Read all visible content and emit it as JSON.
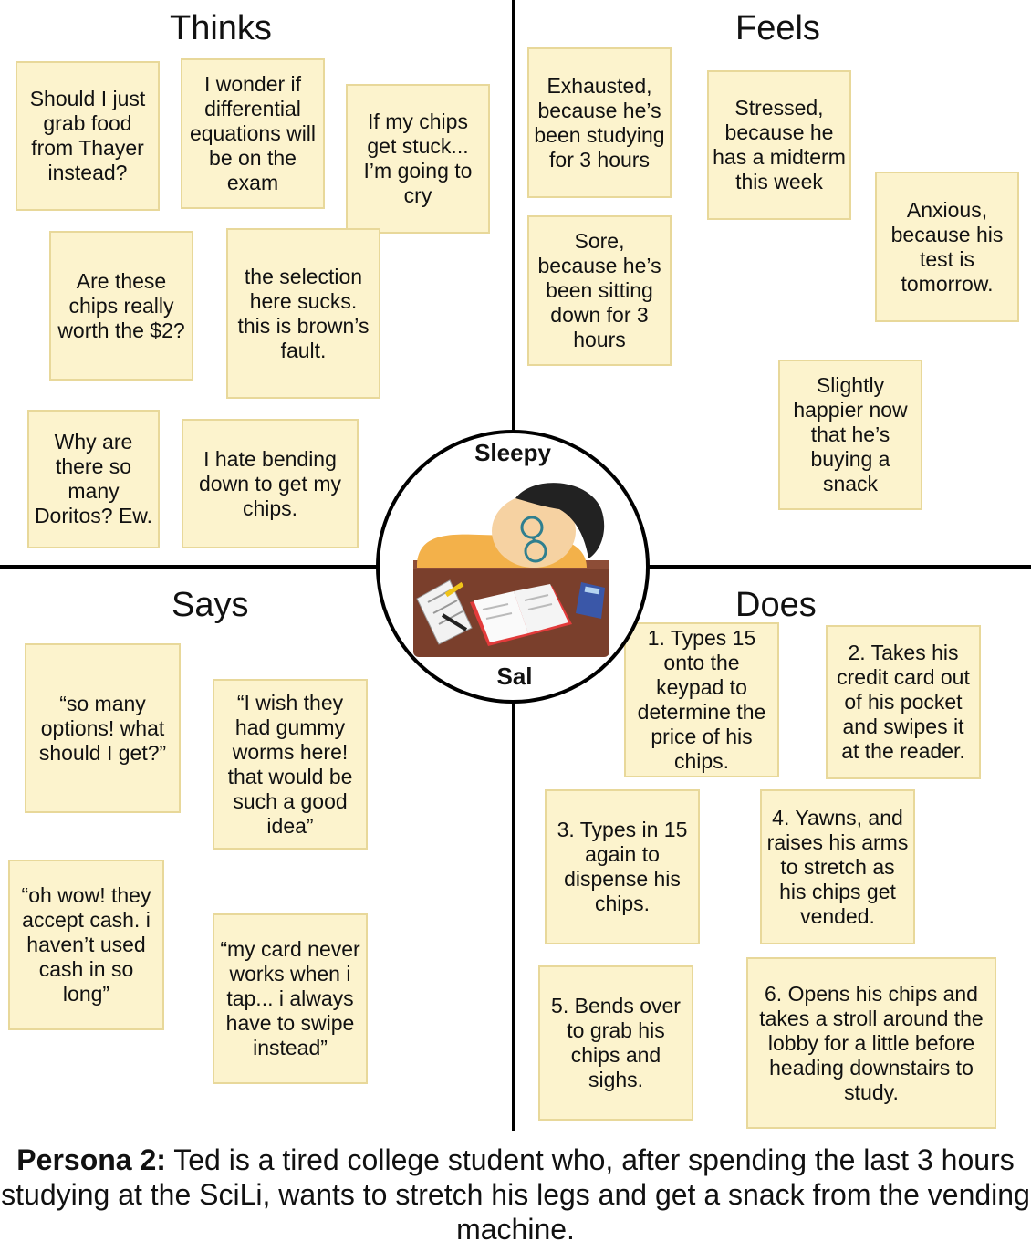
{
  "quadrants": {
    "thinks": "Thinks",
    "feels": "Feels",
    "says": "Says",
    "does": "Does"
  },
  "persona": {
    "top_label": "Sleepy",
    "bottom_label": "Sal",
    "illustration_icon": "sleeping-student-icon"
  },
  "thinks_notes": [
    "Should I just grab food from Thayer instead?",
    "I wonder if differential equations will be on the exam",
    "If my chips get stuck... I’m going to cry",
    "Are these chips really worth the $2?",
    "the selection here sucks. this is brown’s fault.",
    "Why are there so many Doritos? Ew.",
    "I hate bending down to get my chips."
  ],
  "feels_notes": [
    "Exhausted, because he’s been studying for 3 hours",
    "Stressed, because he has a midterm this week",
    "Sore, because he’s been sitting down for 3 hours",
    "Anxious, because his test is tomorrow.",
    "Slightly happier now that he’s buying a snack"
  ],
  "says_notes": [
    "“so many options! what should I get?”",
    "“I wish they had gummy worms here! that would be such a good idea”",
    "“oh wow! they accept cash. i haven’t used cash in so long”",
    "“my card never works when i tap... i always have to swipe instead”"
  ],
  "does_notes": [
    "1. Types 15 onto the keypad to determine the price of his chips.",
    "2. Takes his credit card out of his pocket and swipes it at the reader.",
    "3. Types in 15 again to dispense his chips.",
    "4. Yawns, and raises his arms to stretch as his chips get vended.",
    "5. Bends over to grab his chips and sighs.",
    "6. Opens his chips and takes a stroll around the lobby for a little before heading downstairs to study."
  ],
  "caption": {
    "label": "Persona 2:",
    "text": " Ted is a tired college student who, after spending the last 3 hours studying at the SciLi, wants to stretch his legs and get a snack from the vending machine."
  },
  "colors": {
    "note_fill": "#fcf3cd",
    "note_border": "#e8d89a",
    "divider": "#000000"
  }
}
